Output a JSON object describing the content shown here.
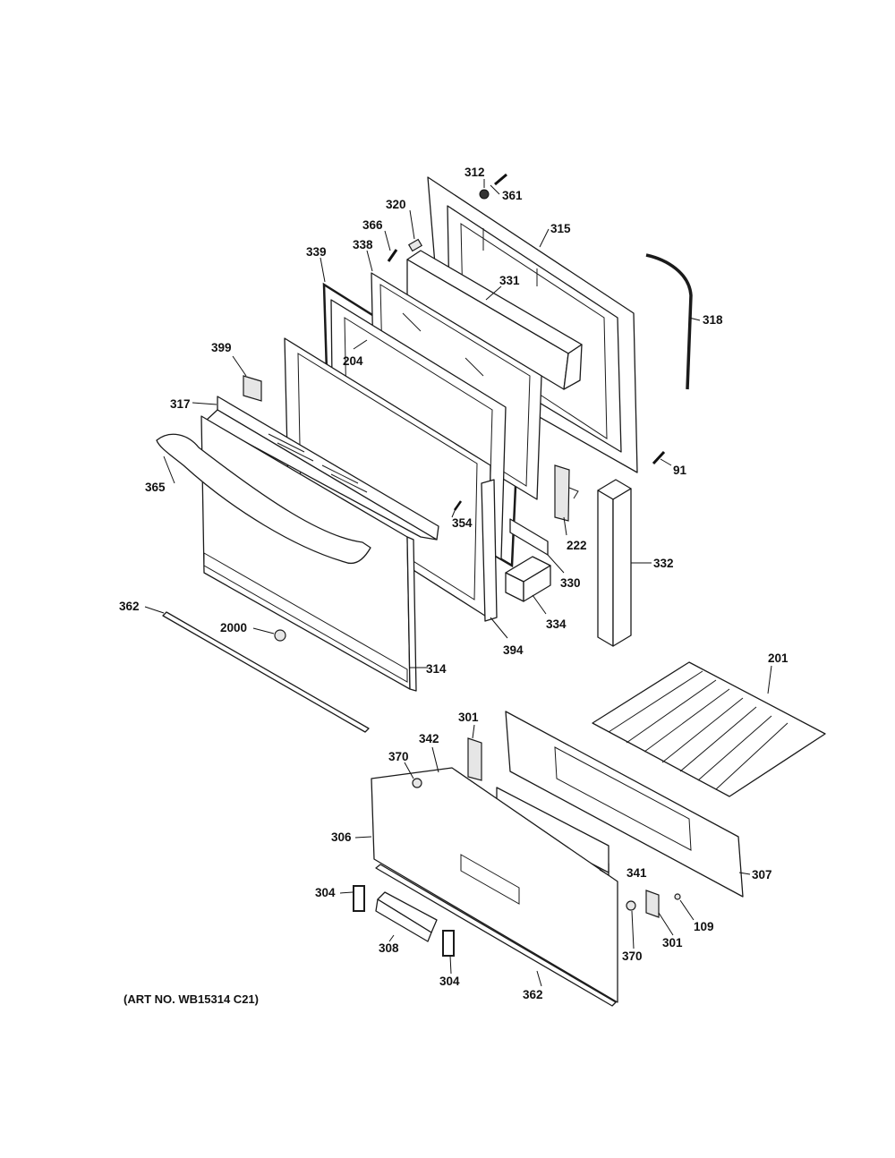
{
  "callouts": [
    {
      "id": "c312",
      "label": "312"
    },
    {
      "id": "c361",
      "label": "361"
    },
    {
      "id": "c320",
      "label": "320"
    },
    {
      "id": "c366",
      "label": "366"
    },
    {
      "id": "c315",
      "label": "315"
    },
    {
      "id": "c339",
      "label": "339"
    },
    {
      "id": "c338",
      "label": "338"
    },
    {
      "id": "c331",
      "label": "331"
    },
    {
      "id": "c318",
      "label": "318"
    },
    {
      "id": "c399",
      "label": "399"
    },
    {
      "id": "c204",
      "label": "204"
    },
    {
      "id": "c317",
      "label": "317"
    },
    {
      "id": "c91",
      "label": "91"
    },
    {
      "id": "c365",
      "label": "365"
    },
    {
      "id": "c354",
      "label": "354"
    },
    {
      "id": "c222",
      "label": "222"
    },
    {
      "id": "c332",
      "label": "332"
    },
    {
      "id": "c330",
      "label": "330"
    },
    {
      "id": "c334",
      "label": "334"
    },
    {
      "id": "c362a",
      "label": "362"
    },
    {
      "id": "c2000",
      "label": "2000"
    },
    {
      "id": "c394",
      "label": "394"
    },
    {
      "id": "c314",
      "label": "314"
    },
    {
      "id": "c201",
      "label": "201"
    },
    {
      "id": "c301a",
      "label": "301"
    },
    {
      "id": "c342",
      "label": "342"
    },
    {
      "id": "c370a",
      "label": "370"
    },
    {
      "id": "c306",
      "label": "306"
    },
    {
      "id": "c341",
      "label": "341"
    },
    {
      "id": "c307",
      "label": "307"
    },
    {
      "id": "c304a",
      "label": "304"
    },
    {
      "id": "c109",
      "label": "109"
    },
    {
      "id": "c308",
      "label": "308"
    },
    {
      "id": "c370b",
      "label": "370"
    },
    {
      "id": "c301b",
      "label": "301"
    },
    {
      "id": "c304b",
      "label": "304"
    },
    {
      "id": "c362b",
      "label": "362"
    }
  ],
  "art_number": "(ART NO. WB15314 C21)"
}
